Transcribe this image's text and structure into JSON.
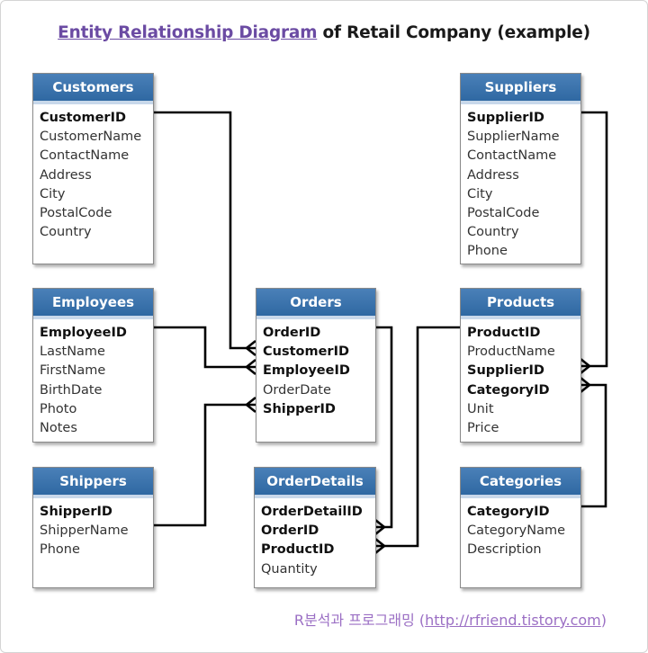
{
  "title": {
    "link_text": "Entity Relationship Diagram",
    "rest_text": " of Retail Company (example)"
  },
  "entities": {
    "customers": {
      "name": "Customers",
      "fields": [
        {
          "label": "CustomerID",
          "key": true
        },
        {
          "label": "CustomerName",
          "key": false
        },
        {
          "label": "ContactName",
          "key": false
        },
        {
          "label": "Address",
          "key": false
        },
        {
          "label": "City",
          "key": false
        },
        {
          "label": "PostalCode",
          "key": false
        },
        {
          "label": "Country",
          "key": false
        }
      ]
    },
    "employees": {
      "name": "Employees",
      "fields": [
        {
          "label": "EmployeeID",
          "key": true
        },
        {
          "label": "LastName",
          "key": false
        },
        {
          "label": "FirstName",
          "key": false
        },
        {
          "label": "BirthDate",
          "key": false
        },
        {
          "label": "Photo",
          "key": false
        },
        {
          "label": "Notes",
          "key": false
        }
      ]
    },
    "shippers": {
      "name": "Shippers",
      "fields": [
        {
          "label": "ShipperID",
          "key": true
        },
        {
          "label": "ShipperName",
          "key": false
        },
        {
          "label": "Phone",
          "key": false
        }
      ]
    },
    "orders": {
      "name": "Orders",
      "fields": [
        {
          "label": "OrderID",
          "key": true
        },
        {
          "label": "CustomerID",
          "key": true
        },
        {
          "label": "EmployeeID",
          "key": true
        },
        {
          "label": "OrderDate",
          "key": false
        },
        {
          "label": "ShipperID",
          "key": true
        }
      ]
    },
    "orderdetails": {
      "name": "OrderDetails",
      "fields": [
        {
          "label": "OrderDetailID",
          "key": true
        },
        {
          "label": "OrderID",
          "key": true
        },
        {
          "label": "ProductID",
          "key": true
        },
        {
          "label": "Quantity",
          "key": false
        }
      ]
    },
    "suppliers": {
      "name": "Suppliers",
      "fields": [
        {
          "label": "SupplierID",
          "key": true
        },
        {
          "label": "SupplierName",
          "key": false
        },
        {
          "label": "ContactName",
          "key": false
        },
        {
          "label": "Address",
          "key": false
        },
        {
          "label": "City",
          "key": false
        },
        {
          "label": "PostalCode",
          "key": false
        },
        {
          "label": "Country",
          "key": false
        },
        {
          "label": "Phone",
          "key": false
        }
      ]
    },
    "products": {
      "name": "Products",
      "fields": [
        {
          "label": "ProductID",
          "key": true
        },
        {
          "label": "ProductName",
          "key": false
        },
        {
          "label": "SupplierID",
          "key": true
        },
        {
          "label": "CategoryID",
          "key": true
        },
        {
          "label": "Unit",
          "key": false
        },
        {
          "label": "Price",
          "key": false
        }
      ]
    },
    "categories": {
      "name": "Categories",
      "fields": [
        {
          "label": "CategoryID",
          "key": true
        },
        {
          "label": "CategoryName",
          "key": false
        },
        {
          "label": "Description",
          "key": false
        }
      ]
    }
  },
  "relationships": [
    {
      "from": "Customers.CustomerID",
      "to": "Orders.CustomerID",
      "cardinality": "one-to-many"
    },
    {
      "from": "Employees.EmployeeID",
      "to": "Orders.EmployeeID",
      "cardinality": "one-to-many"
    },
    {
      "from": "Shippers.ShipperID",
      "to": "Orders.ShipperID",
      "cardinality": "one-to-many"
    },
    {
      "from": "Orders.OrderID",
      "to": "OrderDetails.OrderID",
      "cardinality": "one-to-many"
    },
    {
      "from": "Products.ProductID",
      "to": "OrderDetails.ProductID",
      "cardinality": "one-to-many"
    },
    {
      "from": "Suppliers.SupplierID",
      "to": "Products.SupplierID",
      "cardinality": "one-to-many"
    },
    {
      "from": "Categories.CategoryID",
      "to": "Products.CategoryID",
      "cardinality": "one-to-many"
    }
  ],
  "footer": {
    "text": "R분석과 프로그래밍 (",
    "url": "http://rfriend.tistory.com",
    "close": ")"
  },
  "colors": {
    "header": "#3a74ae",
    "title_link": "#6b4ba3",
    "footer": "#9b6fc4",
    "line": "#000000"
  }
}
